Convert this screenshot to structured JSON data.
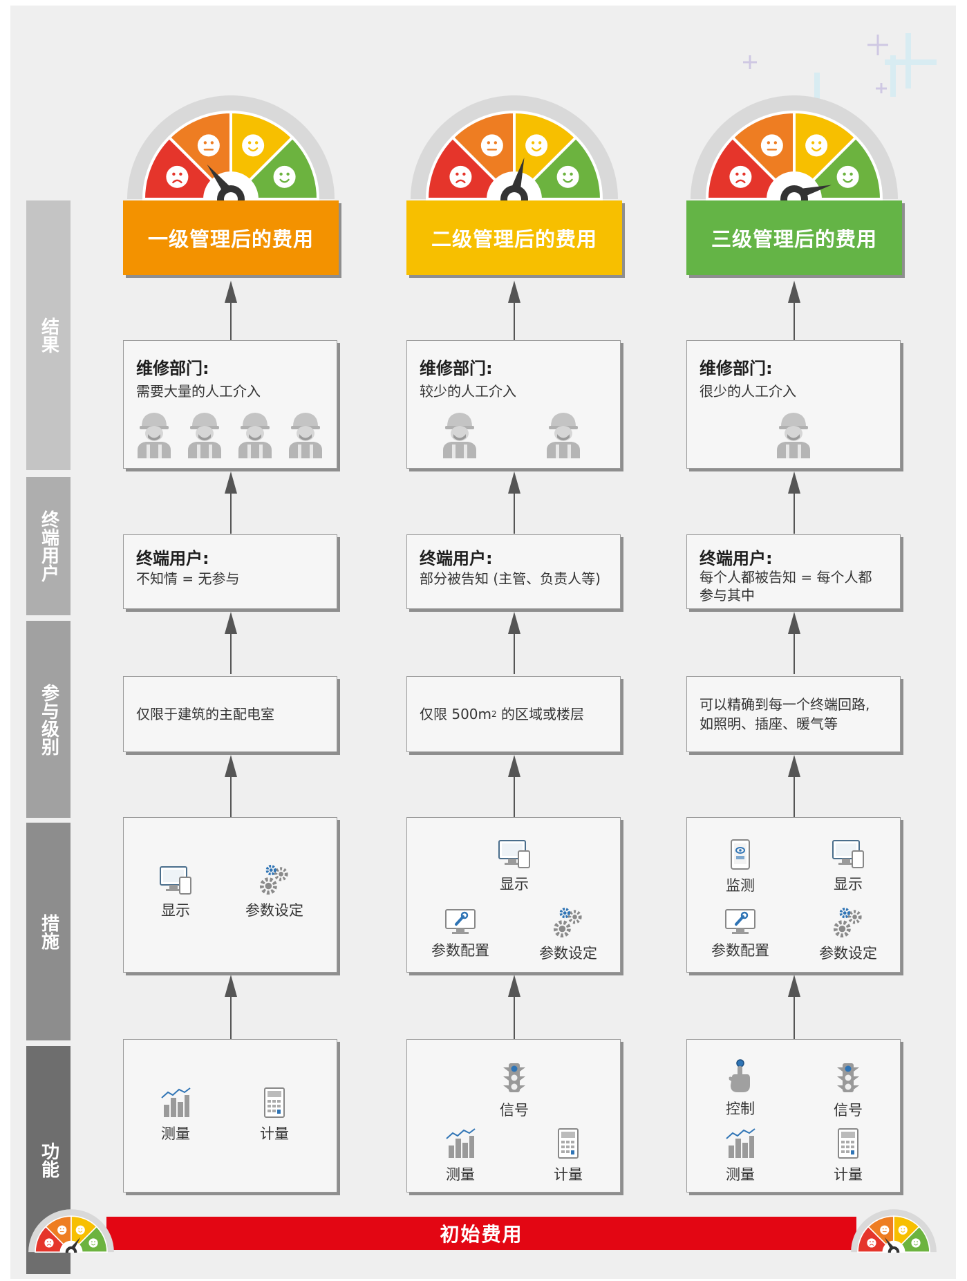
{
  "categories": [
    "结果",
    "终端用户",
    "参与级别",
    "措施",
    "功能"
  ],
  "columns": [
    {
      "result_label": "一级管理后的费用",
      "maintenance": {
        "title": "维修部门:",
        "text": "需要大量的人工介入",
        "workers": 4
      },
      "end_user": {
        "title": "终端用户:",
        "text": "不知情 = 无参与"
      },
      "level": "仅限于建筑的主配电室",
      "measures": [
        "显示",
        "参数设定"
      ],
      "functions": [
        "测量",
        "计量"
      ]
    },
    {
      "result_label": "二级管理后的费用",
      "maintenance": {
        "title": "维修部门:",
        "text": "较少的人工介入",
        "workers": 2
      },
      "end_user": {
        "title": "终端用户:",
        "text": "部分被告知 (主管、负责人等)"
      },
      "level_prefix": "仅限 500m",
      "level_sup": "2",
      "level_suffix": " 的区域或楼层",
      "measures": [
        "显示",
        "参数配置",
        "参数设定"
      ],
      "functions": [
        "信号",
        "测量",
        "计量"
      ]
    },
    {
      "result_label": "三级管理后的费用",
      "maintenance": {
        "title": "维修部门:",
        "text": "很少的人工介入",
        "workers": 1
      },
      "end_user": {
        "title": "终端用户:",
        "text_line1": "每个人都被告知 = 每个人都",
        "text_line2": "参与其中"
      },
      "level_line1": "可以精确到每一个终端回路,",
      "level_line2": "如照明、插座、暖气等",
      "measures": [
        "监测",
        "显示",
        "参数配置",
        "参数设定"
      ],
      "functions": [
        "控制",
        "信号",
        "测量",
        "计量"
      ]
    }
  ],
  "bottom_bar": "初始费用",
  "colors": {
    "level1": "#f39200",
    "level2": "#f7bf00",
    "level3": "#64b446",
    "bottom": "#e30613",
    "gauge_red": "#e5352b",
    "gauge_orange": "#ee7d22",
    "gauge_yellow": "#f7bf00",
    "gauge_green": "#6cb33f"
  },
  "icons": [
    "gauge-icon",
    "worker-icon",
    "display-icon",
    "gears-icon",
    "monitor-wrench-icon",
    "tablet-eye-icon",
    "traffic-light-icon",
    "finger-press-icon",
    "bar-chart-icon",
    "calculator-icon"
  ]
}
